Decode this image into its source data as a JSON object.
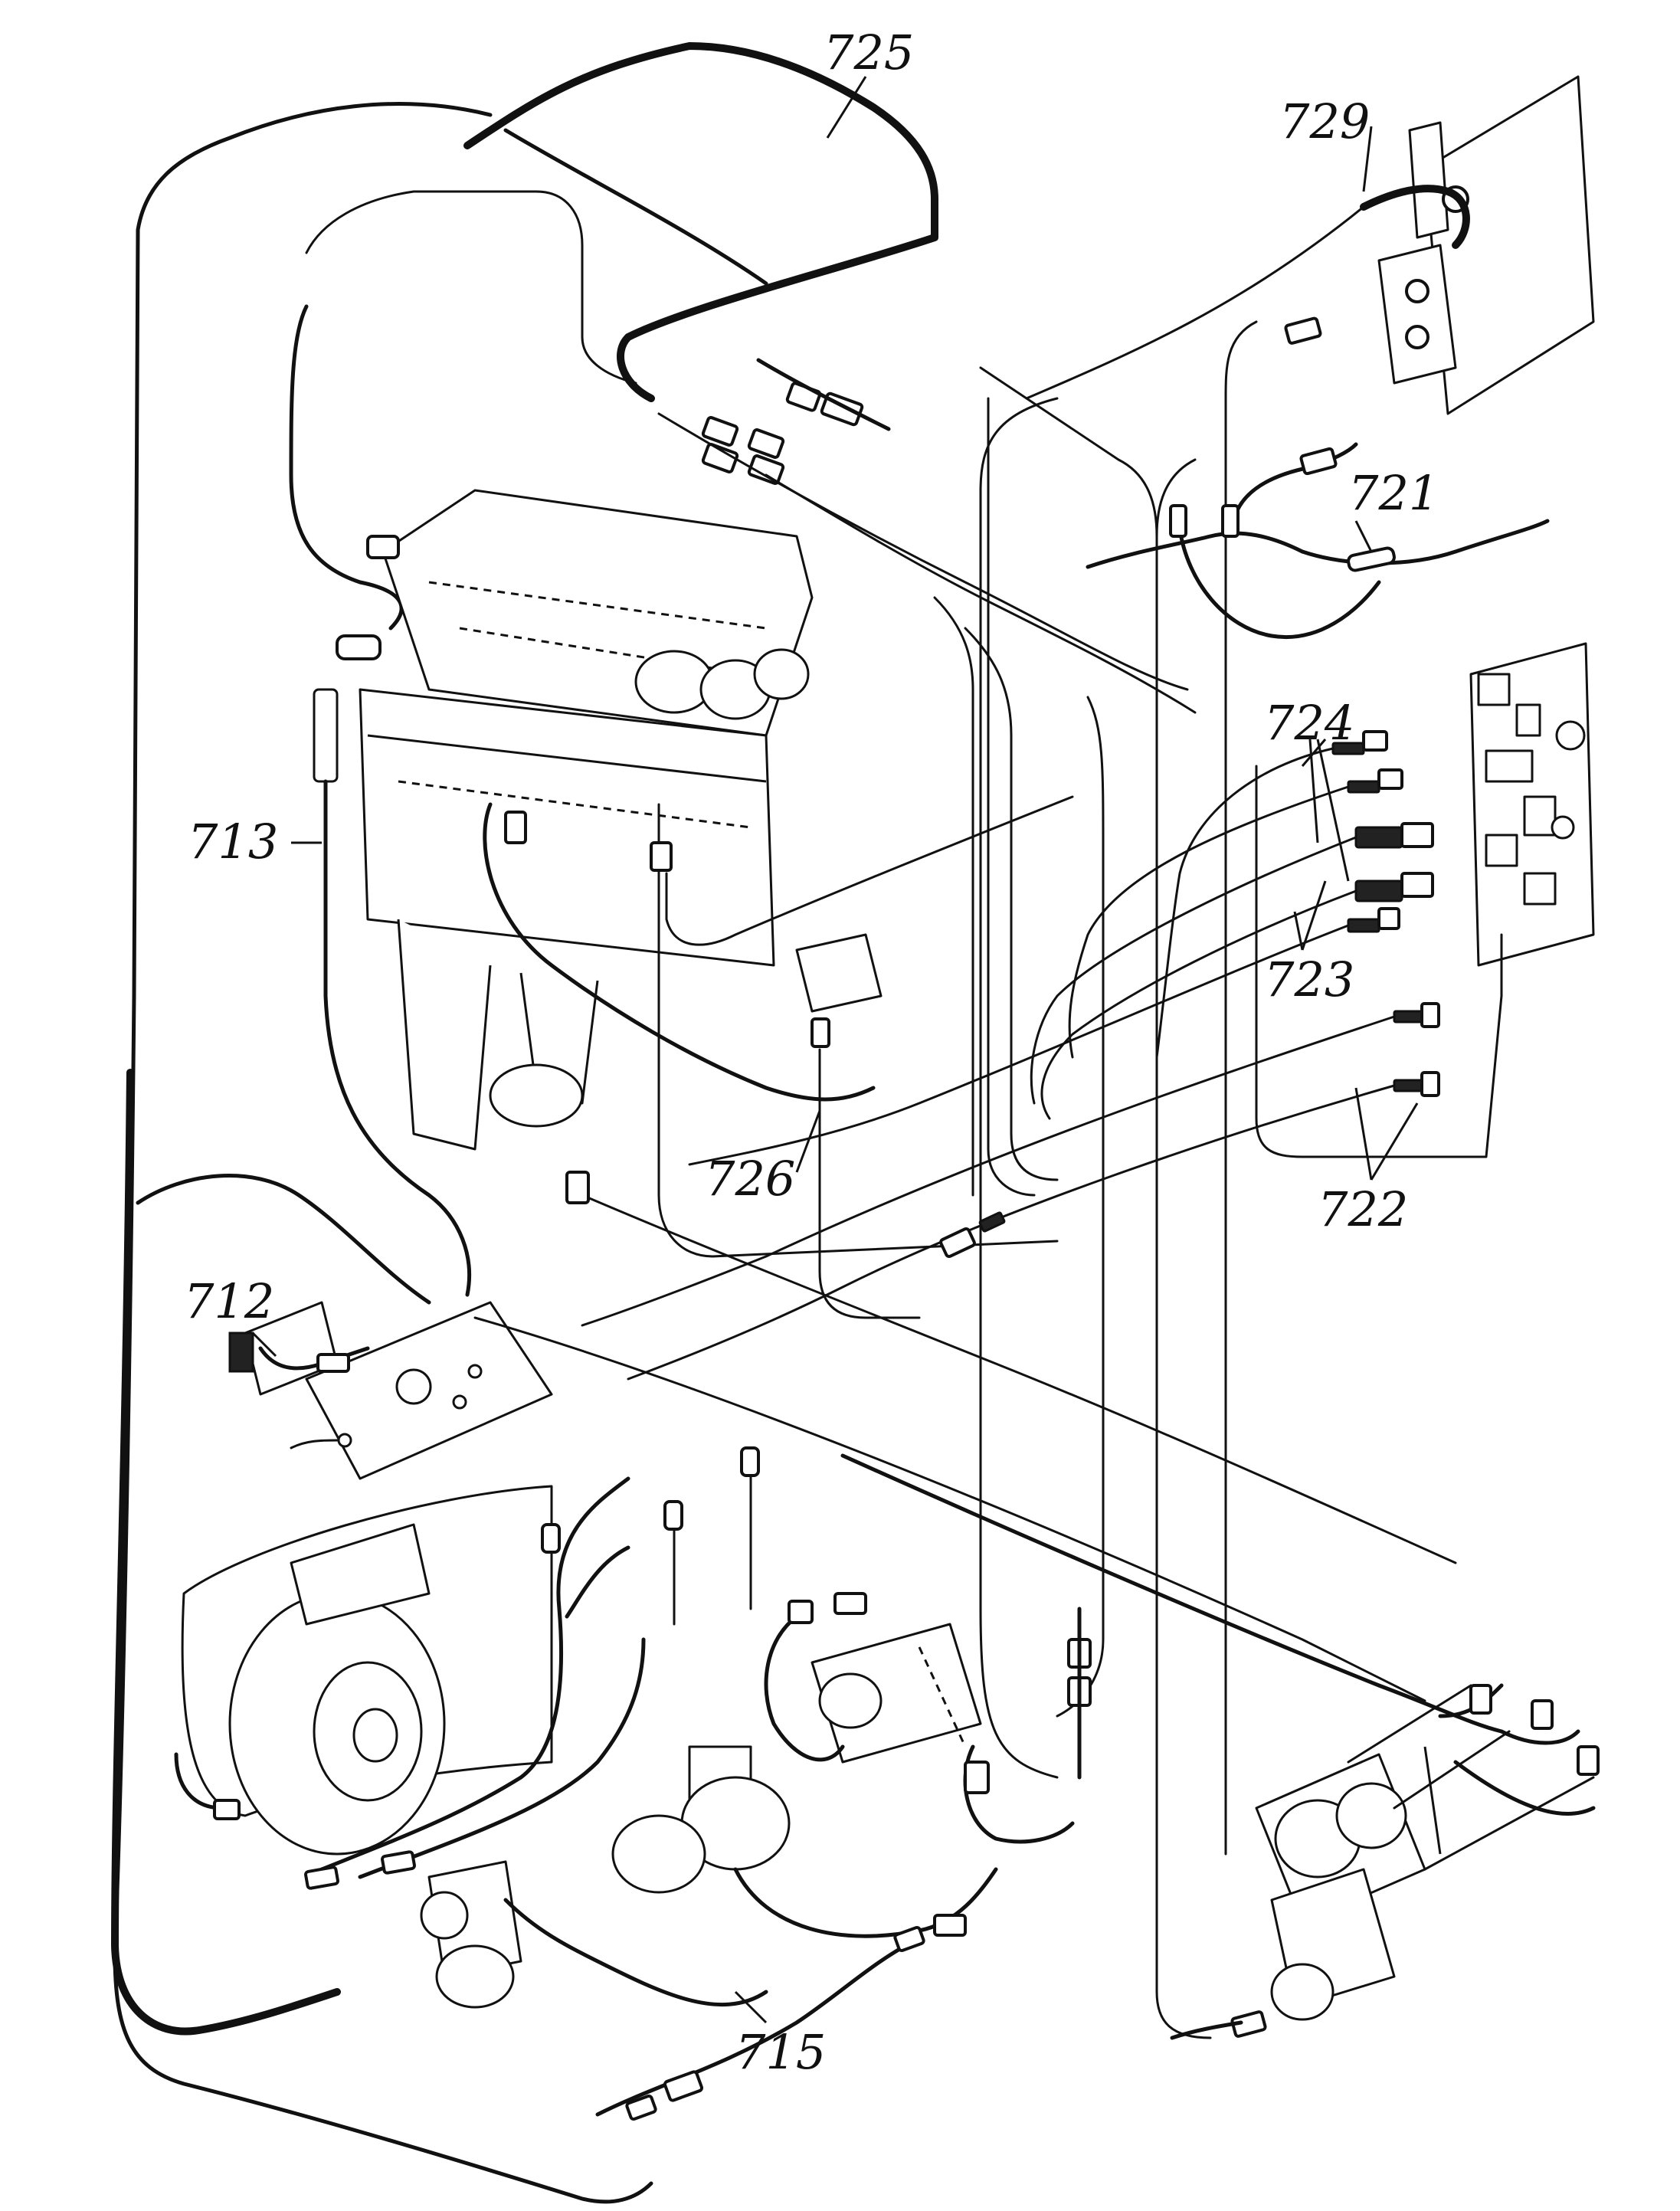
{
  "labels": {
    "l725": "725",
    "l729": "729",
    "l721": "721",
    "l724": "724",
    "l713": "713",
    "l723": "723",
    "l722": "722",
    "l726": "726",
    "l712": "712",
    "l715": "715"
  }
}
